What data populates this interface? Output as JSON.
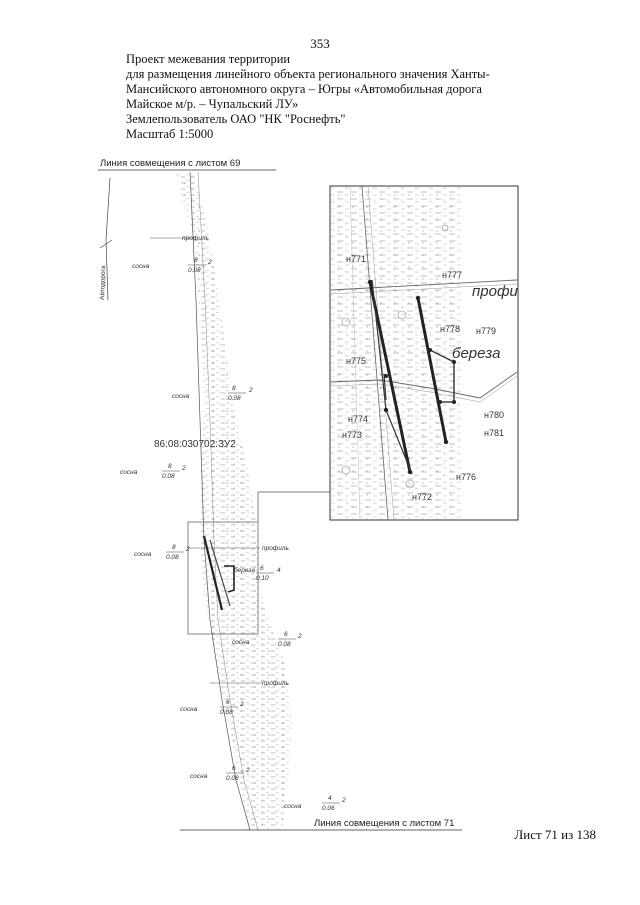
{
  "page": {
    "number": "353",
    "sheet": "Лист 71 из 138"
  },
  "header": {
    "lines": [
      "Проект межевания территории",
      "для размещения линейного объекта регионального значения Ханты-",
      "Мансийского автономного округа – Югры «Автомобильная дорога",
      "Майское м/р. – Чупальский ЛУ»",
      "Землепользователь ОАО \"НК \"Роснефть\"",
      "Масштаб 1:5000"
    ]
  },
  "map": {
    "top_match_line": "Линия совмещения с листом 69",
    "bottom_match_line": "Линия совмещения с листом 71",
    "parcel_id": "86:08:030702:ЗУ2",
    "road_label": "Автодорога",
    "features": [
      {
        "label": "профиль"
      },
      {
        "label": "профиль"
      },
      {
        "label": "профиль"
      },
      {
        "label": "береза"
      }
    ],
    "forest_stands": [
      {
        "species": "сосна",
        "top": "8",
        "bottom": "0.08",
        "index": "2"
      },
      {
        "species": "сосна",
        "top": "8",
        "bottom": "0.08",
        "index": "2"
      },
      {
        "species": "сосна",
        "top": "8",
        "bottom": "0.08",
        "index": "2"
      },
      {
        "species": "сосна",
        "top": "8",
        "bottom": "0.08",
        "index": "2"
      },
      {
        "species": "береза",
        "top": "6",
        "bottom": "0.10",
        "index": "4"
      },
      {
        "species": "сосна",
        "top": "6",
        "bottom": "0.08",
        "index": "2"
      },
      {
        "species": "сосна",
        "top": "6",
        "bottom": "0.08",
        "index": "2"
      },
      {
        "species": "сосна",
        "top": "6",
        "bottom": "0.08",
        "index": "2"
      },
      {
        "species": "сосна",
        "top": "4",
        "bottom": "0.06",
        "index": "2"
      }
    ],
    "inset": {
      "big_labels": [
        "профи",
        "береза"
      ],
      "points": [
        "н771",
        "н772",
        "н773",
        "н774",
        "н775",
        "н776",
        "н777",
        "н778",
        "н779",
        "н780",
        "н781"
      ]
    }
  }
}
